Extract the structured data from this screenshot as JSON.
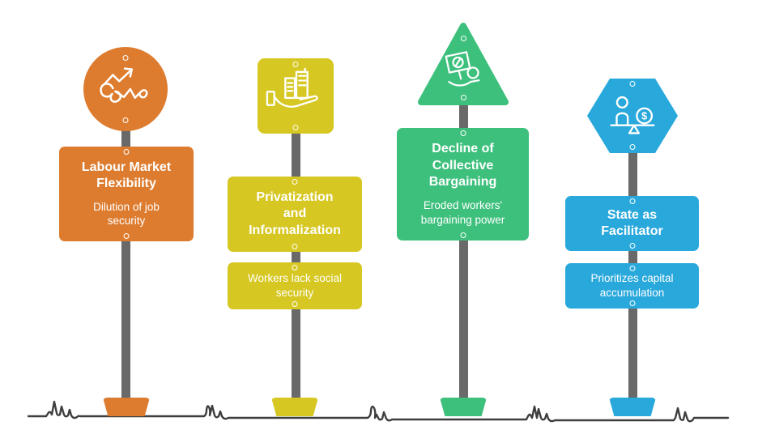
{
  "theme": {
    "background": "#ffffff",
    "pole": "#696969",
    "ground": "#3e3e3e",
    "text": "#ffffff"
  },
  "signs": [
    {
      "id": "labour-market-flexibility",
      "shape": "circle",
      "icon": "growth-arrow-scribble-icon",
      "color": "#dd7c2f",
      "title": "Labour Market\nFlexibility",
      "subtitle": "Dilution of job\nsecurity"
    },
    {
      "id": "privatization-informalization",
      "shape": "rounded-square",
      "icon": "hand-holding-buildings-icon",
      "color": "#d6c722",
      "title": "Privatization\nand\nInformalization",
      "subtitle": "Workers lack social\nsecurity"
    },
    {
      "id": "decline-collective-bargaining",
      "shape": "triangle",
      "icon": "protest-placard-icon",
      "color": "#3ec07d",
      "title": "Decline of\nCollective\nBargaining",
      "subtitle": "Eroded workers'\nbargaining power"
    },
    {
      "id": "state-as-facilitator",
      "shape": "hexagon",
      "icon": "person-money-balance-icon",
      "color": "#29a8db",
      "title": "State as\nFacilitator",
      "subtitle": "Prioritizes capital\naccumulation"
    }
  ]
}
